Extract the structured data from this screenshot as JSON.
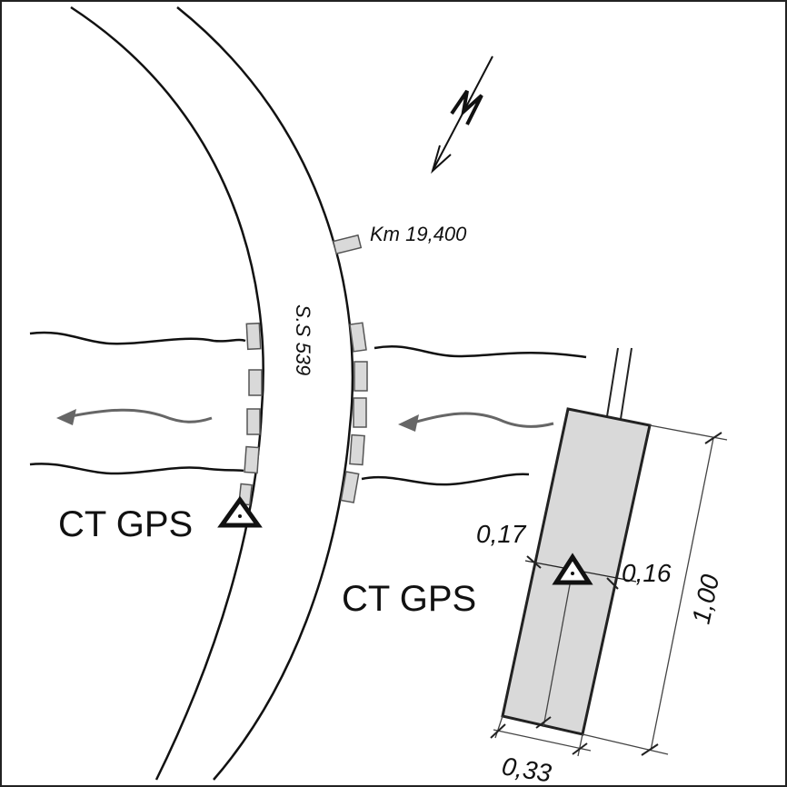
{
  "labels": {
    "km_marker": "Km 19,400",
    "road_name": "S.S 539",
    "gps_point_left": "CT GPS",
    "gps_point_right": "CT GPS",
    "dim_top_left": "0,17",
    "dim_top_right": "0,16",
    "dim_length": "1,00",
    "dim_width": "0,33"
  },
  "icons": {
    "north_arrow": "north-arrow-icon",
    "gps_marker": "triangle-gps-icon",
    "flow_arrow": "flow-direction-icon"
  },
  "colors": {
    "line": "#111111",
    "frame": "#222222",
    "fill_block": "#d9d9d9",
    "flow_arrow": "#666666"
  }
}
